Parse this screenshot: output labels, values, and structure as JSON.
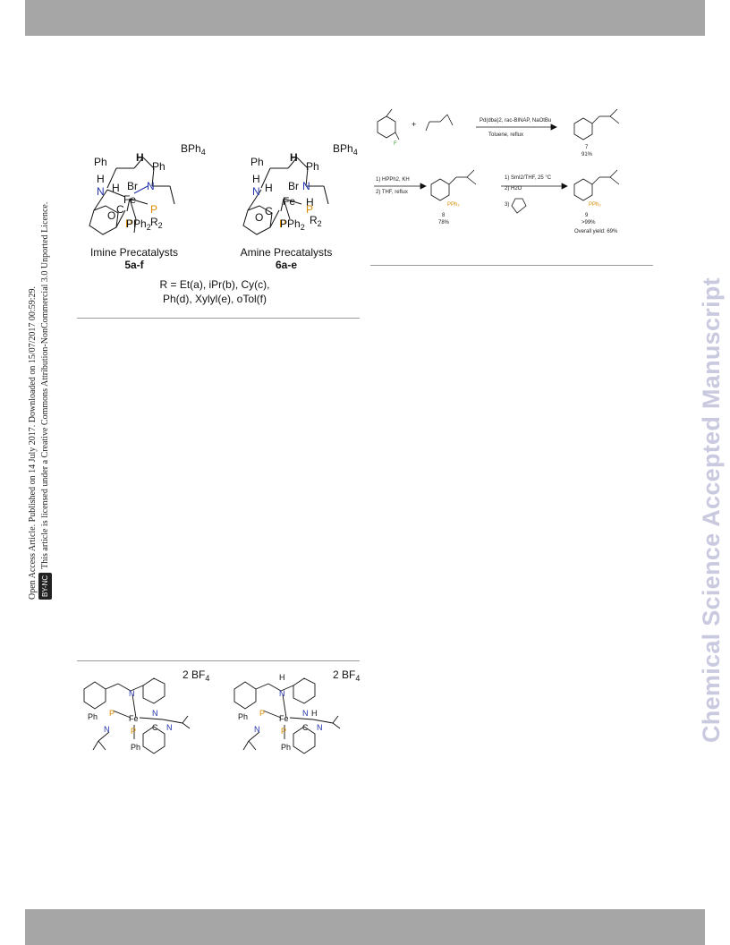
{
  "side_license": {
    "line1": "Open Access Article. Published on 14 July 2017. Downloaded on 15/07/2017 00:59:29.",
    "badge": "BY-NC",
    "line2": "This article is licensed under a Creative Commons Attribution-NonCommercial 3.0 Unported Licence."
  },
  "watermark": "Chemical Science Accepted Manuscript",
  "figure_left": {
    "counterion_1": "BPh",
    "counterion_sub": "4",
    "imine_label": "Imine Precatalysts",
    "imine_code": "5a-f",
    "amine_label": "Amine Precatalysts",
    "amine_code": "6a-e",
    "r_line1": "R = Et(a), iPr(b), Cy(c),",
    "r_line2": "Ph(d), Xylyl(e), oTol(f)",
    "atoms": {
      "ph": "Ph",
      "h": "H",
      "n": "N",
      "fe": "Fe",
      "br": "Br",
      "c": "C",
      "o": "O",
      "p": "P",
      "pph2": "PPh",
      "r2": "R",
      "sub2": "2"
    }
  },
  "scheme_right": {
    "step1_reagents": "Pd(dba)2, rac-BINAP, NaOtBu",
    "step1_conditions": "Toluene, reflux",
    "cmpd7": "7",
    "yield7": "91%",
    "step2_line1": "1) HPPh2, KH",
    "step2_line2": "2) THF, reflux",
    "cmpd8": "8",
    "yield8": "78%",
    "step3_line1": "1) SmI2/THF, 25 °C",
    "step3_line2": "2) H2O",
    "step3_line3": "3)",
    "cmpd9": "9",
    "yield9": ">99%",
    "overall": "Overall yield: 69%"
  },
  "figure_bottom": {
    "counterion": "2 BF",
    "counterion_sub": "4",
    "atoms": {
      "n": "N",
      "fe": "Fe",
      "p": "P",
      "c": "C",
      "ph": "Ph",
      "h": "H"
    }
  }
}
